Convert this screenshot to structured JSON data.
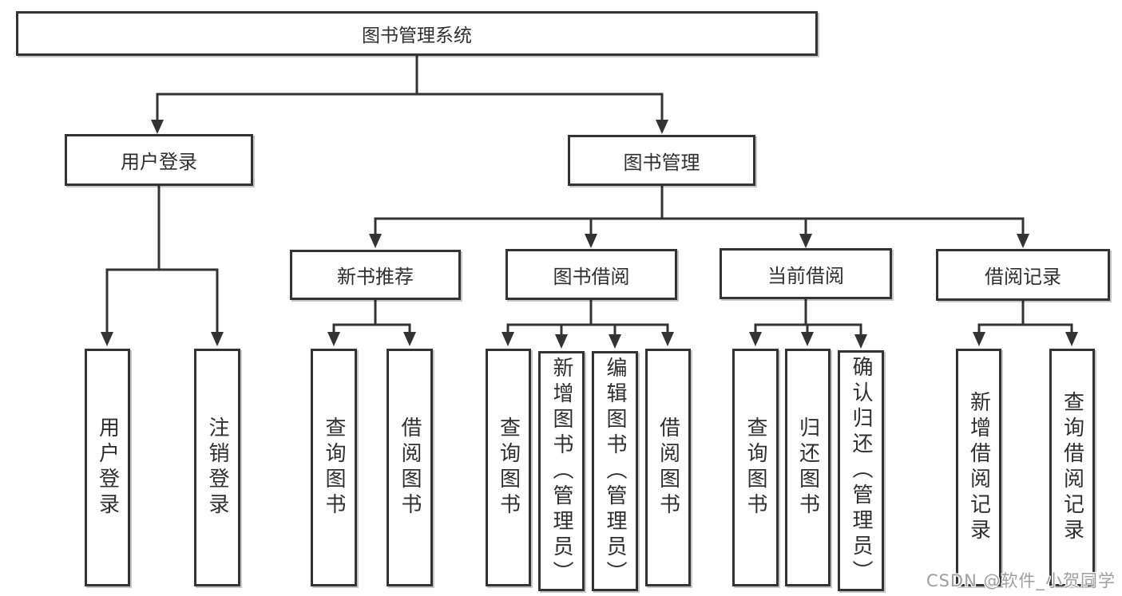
{
  "tree": {
    "root": {
      "label": "图书管理系统",
      "children": [
        {
          "label": "用户登录",
          "children": [
            {
              "label": "用户登录"
            },
            {
              "label": "注销登录"
            }
          ]
        },
        {
          "label": "图书管理",
          "children": [
            {
              "label": "新书推荐",
              "children": [
                {
                  "label": "查询图书"
                },
                {
                  "label": "借阅图书"
                }
              ]
            },
            {
              "label": "图书借阅",
              "children": [
                {
                  "label": "查询图书"
                },
                {
                  "label": "新增图书（管理员）"
                },
                {
                  "label": "编辑图书（管理员）"
                },
                {
                  "label": "借阅图书"
                }
              ]
            },
            {
              "label": "当前借阅",
              "children": [
                {
                  "label": "查询图书"
                },
                {
                  "label": "归还图书"
                },
                {
                  "label": "确认归还（管理员）"
                }
              ]
            },
            {
              "label": "借阅记录",
              "children": [
                {
                  "label": "新增借阅记录"
                },
                {
                  "label": "查询借阅记录"
                }
              ]
            }
          ]
        }
      ]
    }
  },
  "watermark": {
    "text": "CSDN @软件_小贺同学",
    "color": "#9e9e9e"
  },
  "colors": {
    "line": "#333333",
    "box_border": "#333333",
    "box_background": "#ffffff",
    "text": "#2f2f2f"
  }
}
